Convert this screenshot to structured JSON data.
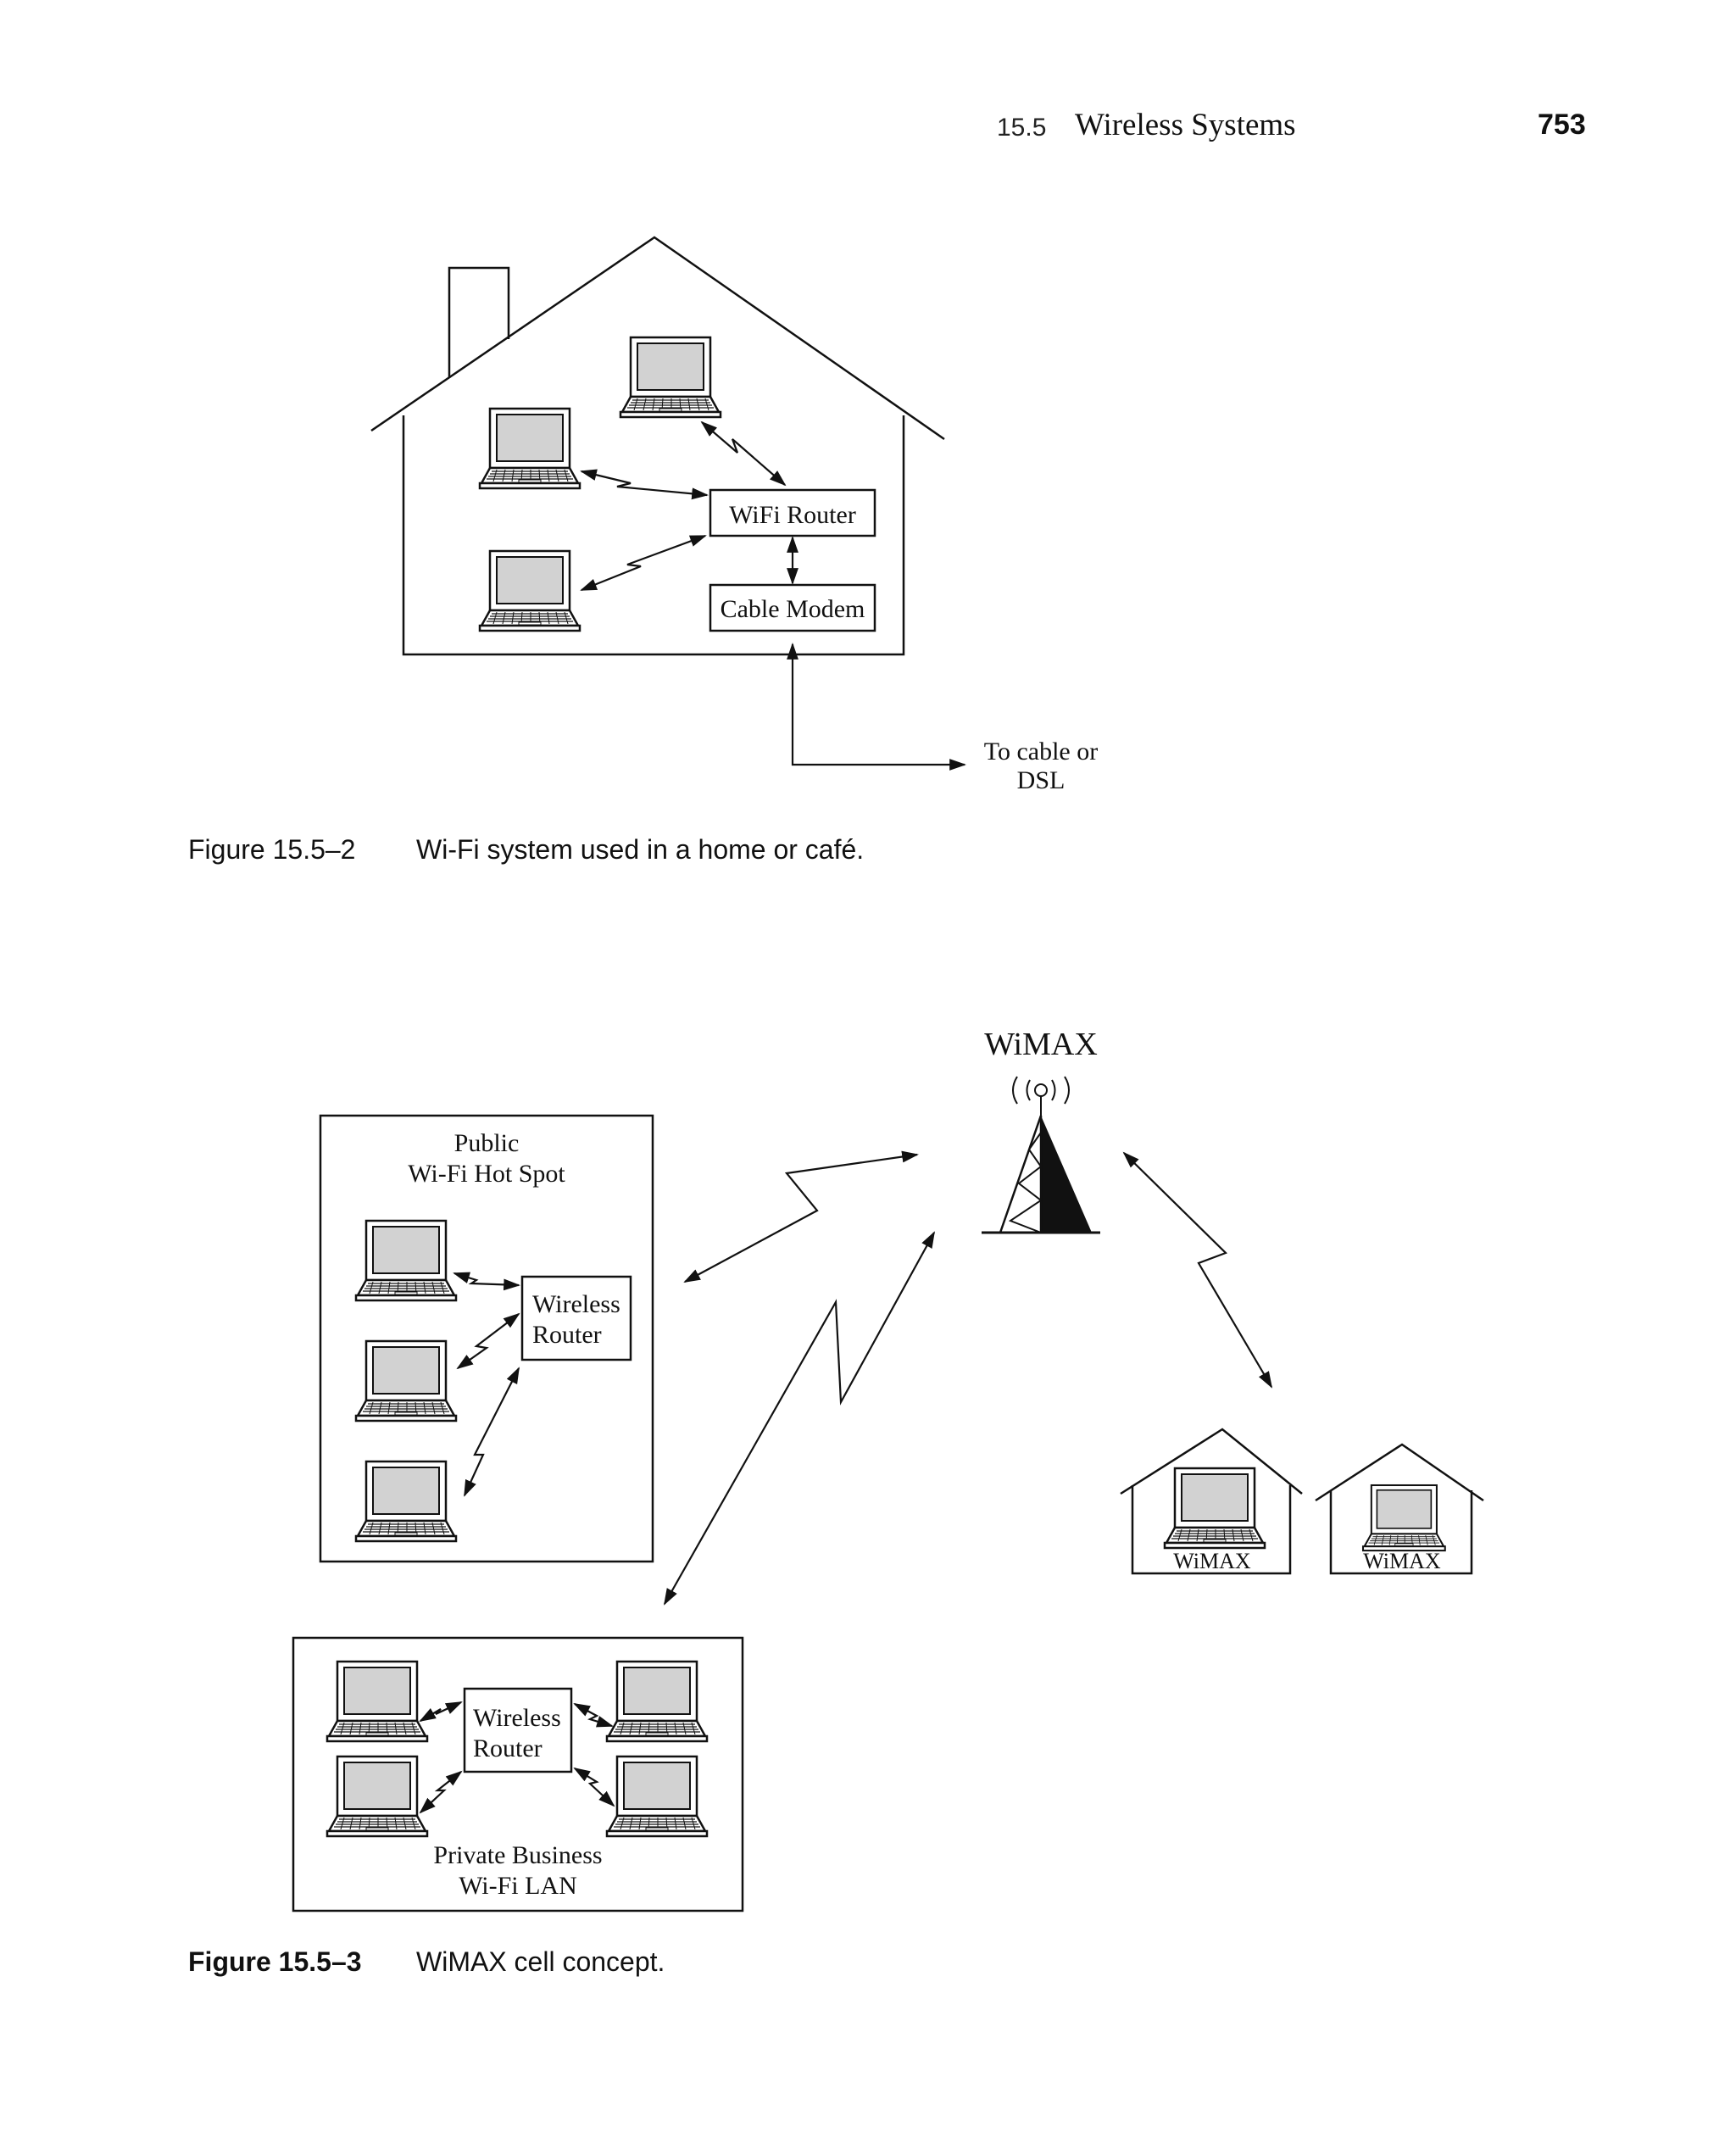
{
  "header": {
    "section_number": "15.5",
    "section_title": "Wireless Systems",
    "page_number": "753"
  },
  "figure1": {
    "caption_number": "Figure 15.5–2",
    "caption_text": "Wi-Fi system used in a home or café.",
    "router_label": "WiFi Router",
    "modem_label": "Cable Modem",
    "destination_line1": "To cable or",
    "destination_line2": "DSL"
  },
  "figure2": {
    "caption_number": "Figure 15.5–3",
    "caption_text": "WiMAX cell concept.",
    "tower_label": "WiMAX",
    "hotspot_title_line1": "Public",
    "hotspot_title_line2": "Wi-Fi Hot Spot",
    "router_line1": "Wireless",
    "router_line2": "Router",
    "business_title_line1": "Private Business",
    "business_title_line2": "Wi-Fi LAN",
    "house_label": "WiMAX"
  }
}
